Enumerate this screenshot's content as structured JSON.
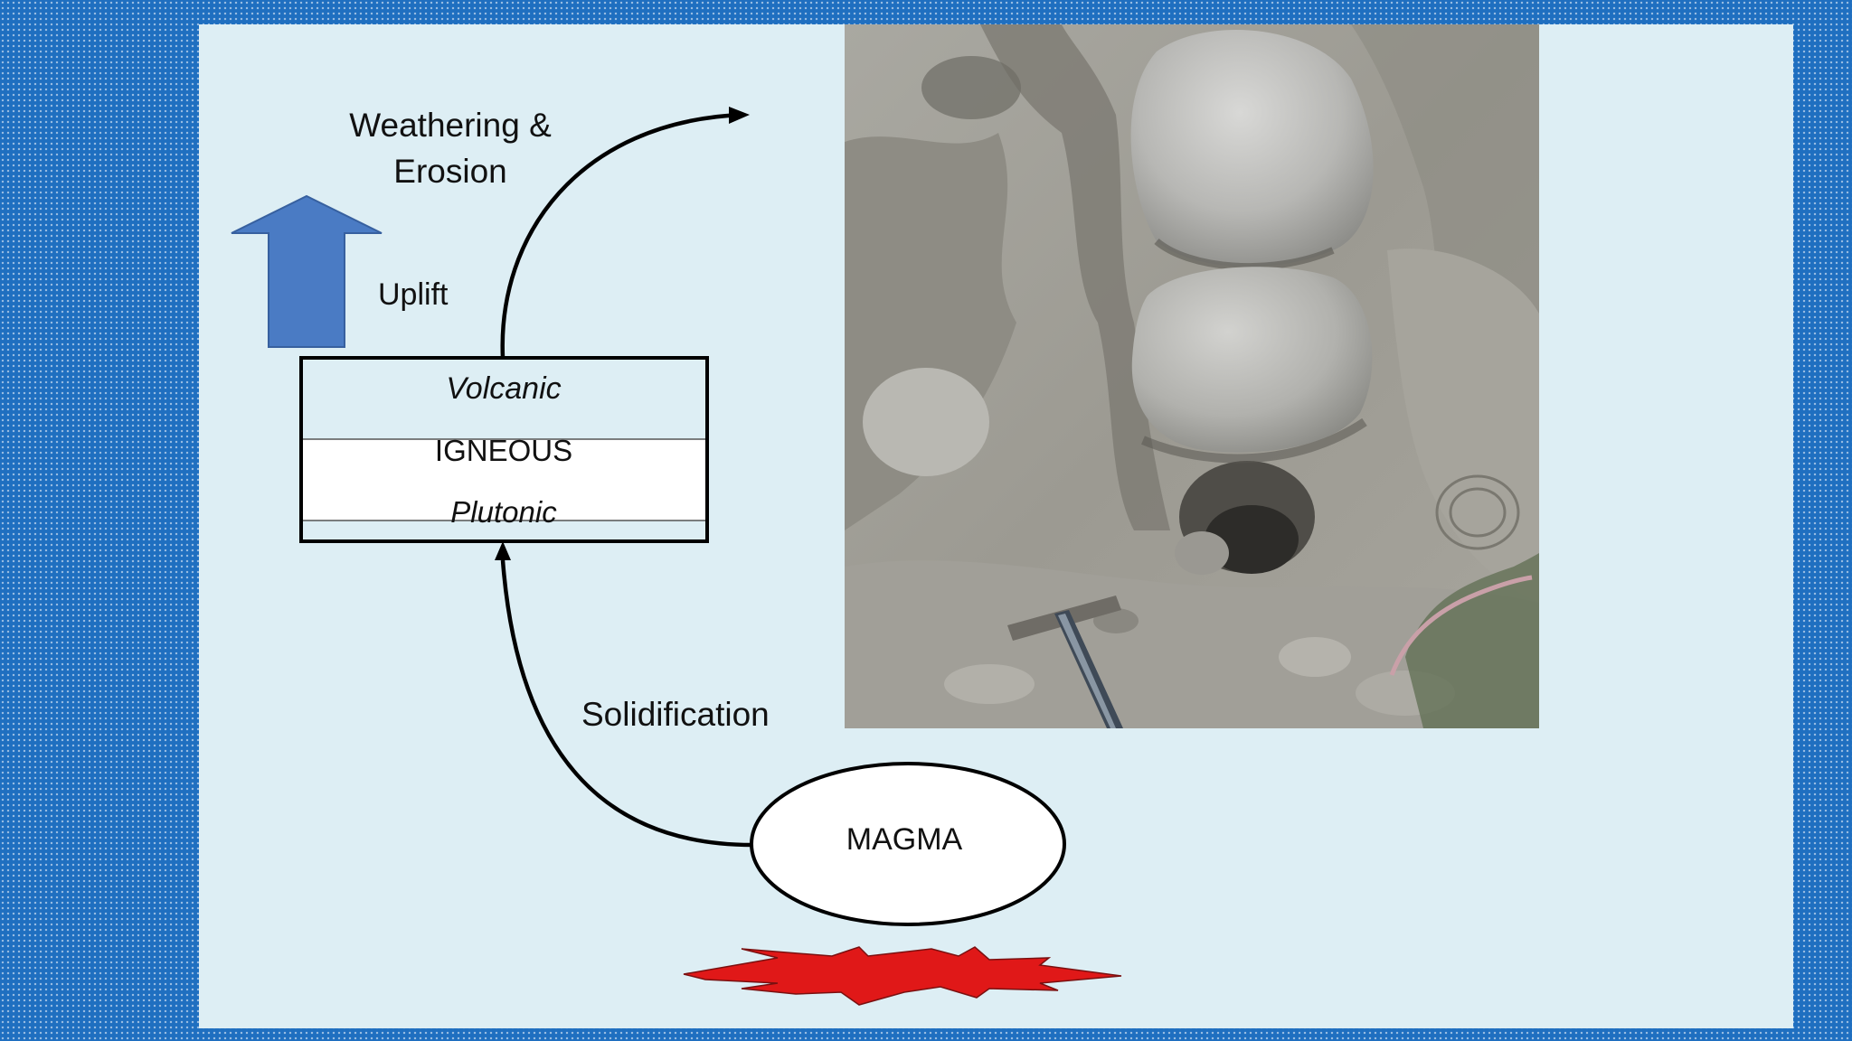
{
  "diagram": {
    "weathering_line1": "Weathering &",
    "weathering_line2": "Erosion",
    "uplift": "Uplift",
    "volcanic": "Volcanic",
    "igneous": "IGNEOUS",
    "plutonic": "Plutonic",
    "solidification": "Solidification",
    "magma": "MAGMA"
  },
  "colors": {
    "frame": "#1f6fc0",
    "slide_bg": "#ddeef4",
    "uplift_arrow": "#4a7bc4",
    "heat_burst": "#e01818"
  },
  "photo": {
    "subject": "granite boulders in weathered rock outcrop with rock hammer"
  }
}
